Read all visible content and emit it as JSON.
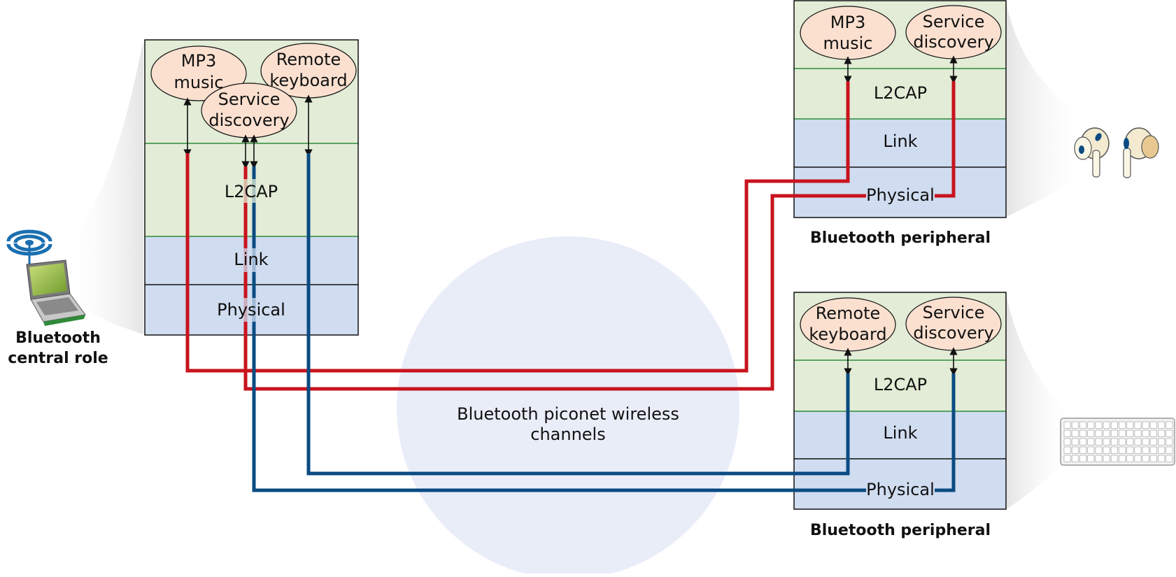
{
  "central": {
    "stack": {
      "apps": [
        "MP3",
        "music",
        "Remote",
        "keyboard",
        "Service",
        "discovery"
      ],
      "l2cap": "L2CAP",
      "link": "Link",
      "physical": "Physical"
    },
    "caption_line1": "Bluetooth",
    "caption_line2": "central role",
    "device_icon": "laptop-with-antenna-icon"
  },
  "peripheral_top": {
    "apps": [
      "MP3",
      "music",
      "Service",
      "discovery"
    ],
    "l2cap": "L2CAP",
    "link": "Link",
    "physical": "Physical",
    "caption": "Bluetooth peripheral",
    "device_icon": "earbuds-icon"
  },
  "peripheral_bottom": {
    "apps": [
      "Remote",
      "keyboard",
      "Service",
      "discovery"
    ],
    "l2cap": "L2CAP",
    "link": "Link",
    "physical": "Physical",
    "caption": "Bluetooth peripheral",
    "device_icon": "keyboard-icon"
  },
  "piconet": {
    "line1": "Bluetooth piconet wireless",
    "line2": "channels"
  },
  "colors": {
    "app_layer": "#e2ecd6",
    "lower_layer": "#d0dcf0",
    "app_bubble": "#fbe0d0",
    "red_channel": "#c8141e",
    "blue_channel": "#0a4b82",
    "piconet_fill": "#e9edf8"
  }
}
